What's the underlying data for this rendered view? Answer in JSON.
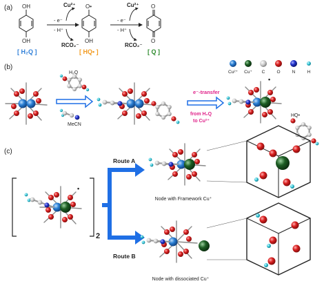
{
  "panels": {
    "a": "(a)",
    "b": "(b)",
    "c": "(c)"
  },
  "scheme_a": {
    "species": {
      "h2q": "[ H₂Q ]",
      "hq": "[ HQ• ]",
      "q": "[ Q ]"
    },
    "steps": [
      {
        "minus_e": "- e⁻",
        "minus_h": "- H⁺",
        "top": "Cu²⁺",
        "bottom": "RCO₂⁻"
      },
      {
        "minus_e": "- e⁻",
        "minus_h": "- H⁺",
        "top": "Cu²⁺",
        "bottom": "RCO₂⁻"
      }
    ],
    "atoms": {
      "oh": "OH",
      "o_radical": "O•",
      "o": "O"
    },
    "colors": {
      "h2q": "#2f7fd8",
      "hq": "#f29b21",
      "q": "#2e8b2e"
    }
  },
  "legend": {
    "items": [
      {
        "label": "Cu²⁺",
        "color": "#2a7fd4",
        "name": "cu2-legend"
      },
      {
        "label": "Cu⁺",
        "color": "#1d5e24",
        "name": "cu1-legend"
      },
      {
        "label": "C",
        "color": "#c8c8c8",
        "name": "c-legend"
      },
      {
        "label": "O",
        "color": "#d92020",
        "name": "o-legend"
      },
      {
        "label": "N",
        "color": "#2233cc",
        "name": "n-legend"
      },
      {
        "label": "H",
        "color": "#36c6d8",
        "name": "h-legend"
      }
    ]
  },
  "panel_b": {
    "h2q_label": "H₂Q",
    "mecn_label": "MeCN",
    "transfer_title": "e⁻-transfer",
    "transfer_sub1": "from H₂Q",
    "transfer_sub2": "to Cu²⁺",
    "hq_label": "HQ•",
    "radical_dot": "•",
    "transfer_color": "#e0238a"
  },
  "panel_c": {
    "bracket_sub": "2",
    "radical_dot": "•",
    "route_a": "Route A",
    "route_b": "Route B",
    "caption_a": "Node with Framework Cu⁺",
    "caption_b": "Node with dissociated Cu⁺",
    "arrow_color": "#1f6fe5"
  }
}
